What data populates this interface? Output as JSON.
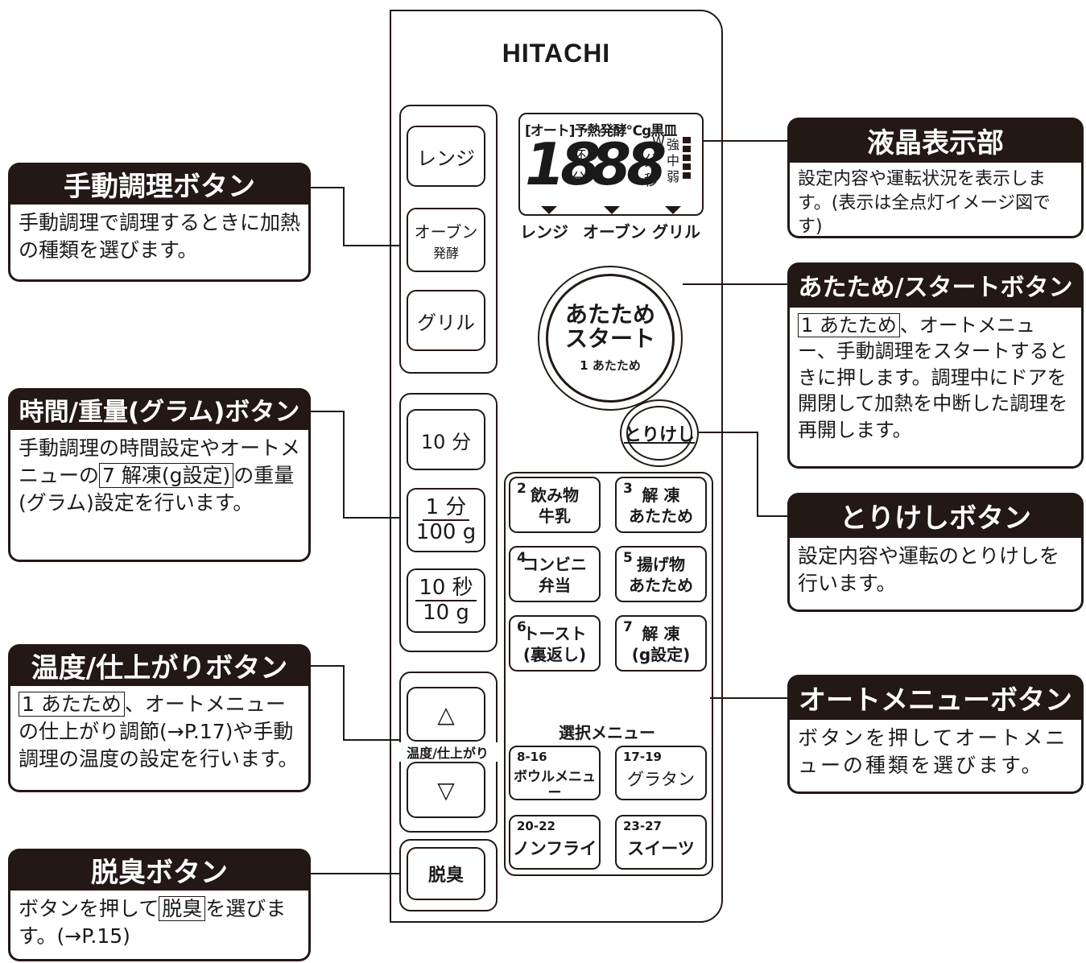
{
  "brand": "HITACHI",
  "callouts": {
    "manual": {
      "title": "手動調理ボタン",
      "desc": "手動調理で調理するときに加熱の種類を選びます。"
    },
    "time": {
      "title": "時間/重量(グラム)ボタン",
      "desc_a": "手動調理の時間設定やオートメニューの",
      "desc_box": "7 解凍(g設定)",
      "desc_b": "の重量(グラム)設定を行います。"
    },
    "temp": {
      "title": "温度/仕上がりボタン",
      "desc_box": "1 あたため",
      "desc_a": "、オートメニューの仕上がり調節(→P.17)や手動調理の温度の設定を行います。"
    },
    "deodor": {
      "title": "脱臭ボタン",
      "desc_a": "ボタンを押して",
      "desc_box": "脱臭",
      "desc_b": "を選びます。(→P.15)"
    },
    "lcd": {
      "title": "液晶表示部",
      "desc": "設定内容や運転状況を表示します。(表示は全点灯イメージ図です)"
    },
    "start": {
      "title": "あたため/スタートボタン",
      "desc_box": "1 あたため",
      "desc_a": "、オートメニュー、手動調理をスタートするときに押します。調理中にドアを開閉して加熱を中断した調理を再開します。"
    },
    "cancel": {
      "title": "とりけしボタン",
      "desc": "設定内容や運転のとりけしを行います。"
    },
    "auto": {
      "title": "オートメニューボタン",
      "desc": "ボタンを押してオートメニューの種類を選びます。"
    }
  },
  "panel": {
    "cook_buttons": {
      "range": "レンジ",
      "oven": "オーブン",
      "oven_sub": "発酵",
      "grill": "グリル"
    },
    "time_buttons": {
      "ten_min": "10 分",
      "one_min_top": "1 分",
      "one_min_bottom": "100 g",
      "ten_sec_top": "10 秒",
      "ten_sec_bottom": "10 g"
    },
    "temp_buttons": {
      "up": "△",
      "down": "▽",
      "label": "温度/仕上がり"
    },
    "deodor_button": "脱臭",
    "lcd": {
      "top_row": "[オート]予熱発酵℃g黒皿",
      "big_left": "18",
      "big_right": "88",
      "unit_cup": "杯",
      "unit_min": "分",
      "unit_min2": "分",
      "unit_sec": "秒",
      "level_w": "W",
      "level_strong": "強",
      "level_mid": "中",
      "level_weak": "弱",
      "mode_range": "レンジ",
      "mode_oven": "オーブン",
      "mode_grill": "グリル"
    },
    "start_button": {
      "line1": "あたため",
      "line2": "スタート",
      "line3": "1 あたため"
    },
    "cancel_button": "とりけし",
    "auto_menu": [
      {
        "num": "2",
        "line1": "飲み物",
        "line2": "牛乳"
      },
      {
        "num": "3",
        "line1": "解 凍",
        "line2": "あたため"
      },
      {
        "num": "4",
        "line1": "コンビニ",
        "line2": "弁当"
      },
      {
        "num": "5",
        "line1": "揚げ物",
        "line2": "あたため"
      },
      {
        "num": "6",
        "line1": "トースト",
        "line2": "(裏返し)"
      },
      {
        "num": "7",
        "line1": "解 凍",
        "line2": "(g設定)"
      }
    ],
    "select_menu_label": "選択メニュー",
    "select_menu": [
      {
        "num": "8-16",
        "label": "ボウルメニュー"
      },
      {
        "num": "17-19",
        "label": "グラタン"
      },
      {
        "num": "20-22",
        "label": "ノンフライ"
      },
      {
        "num": "23-27",
        "label": "スイーツ"
      }
    ]
  }
}
